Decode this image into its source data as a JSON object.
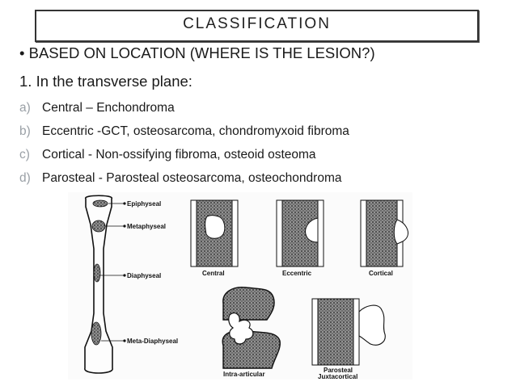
{
  "slide": {
    "title": "CLASSIFICATION",
    "bullet_marker": "•",
    "bullet_text": "BASED ON LOCATION (WHERE IS THE LESION?)",
    "subheading": "1. In the transverse plane:",
    "items": [
      {
        "letter": "a)",
        "text": "Central – Enchondroma"
      },
      {
        "letter": "b)",
        "text": "Eccentric -GCT, osteosarcoma, chondromyxoid fibroma"
      },
      {
        "letter": "c)",
        "text": "Cortical - Non-ossifying fibroma, osteoid osteoma"
      },
      {
        "letter": "d)",
        "text": "Parosteal - Parosteal osteosarcoma, osteochondroma"
      }
    ]
  },
  "figure": {
    "labels": {
      "epiphyseal": "Epiphyseal",
      "metaphyseal": "Metaphyseal",
      "diaphyseal": "Diaphyseal",
      "meta_diaphyseal": "Meta-Diaphyseal",
      "central": "Central",
      "eccentric": "Eccentric",
      "cortical": "Cortical",
      "intra_articular": "Intra-articular",
      "parosteal": "Parosteal",
      "juxtacortical": "Juxtacortical"
    }
  }
}
